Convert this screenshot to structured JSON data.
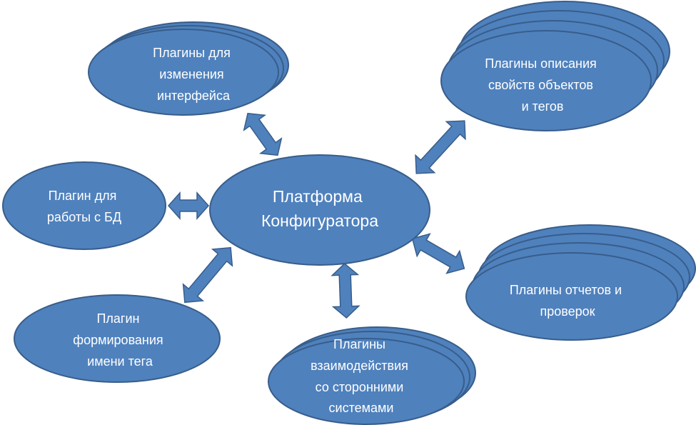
{
  "center": {
    "lines": [
      "Платформа",
      "Конфигуратора"
    ]
  },
  "nodes": {
    "interface": {
      "lines": [
        "Плагины для",
        "изменения",
        "интерфейса"
      ]
    },
    "properties": {
      "lines": [
        "Плагины описания",
        "свойств объектов",
        "и тегов"
      ]
    },
    "db": {
      "lines": [
        "Плагин для",
        "работы с БД"
      ]
    },
    "reports": {
      "lines": [
        "Плагины отчетов и",
        "проверок"
      ]
    },
    "tagname": {
      "lines": [
        "Плагин",
        "формирования",
        "имени тега"
      ]
    },
    "integration": {
      "lines": [
        "Плагины",
        "взаимодействия",
        "со сторонними",
        "системами"
      ]
    }
  },
  "colors": {
    "fill": "#4f81bd",
    "stroke": "#385d8a",
    "text": "#ffffff"
  }
}
